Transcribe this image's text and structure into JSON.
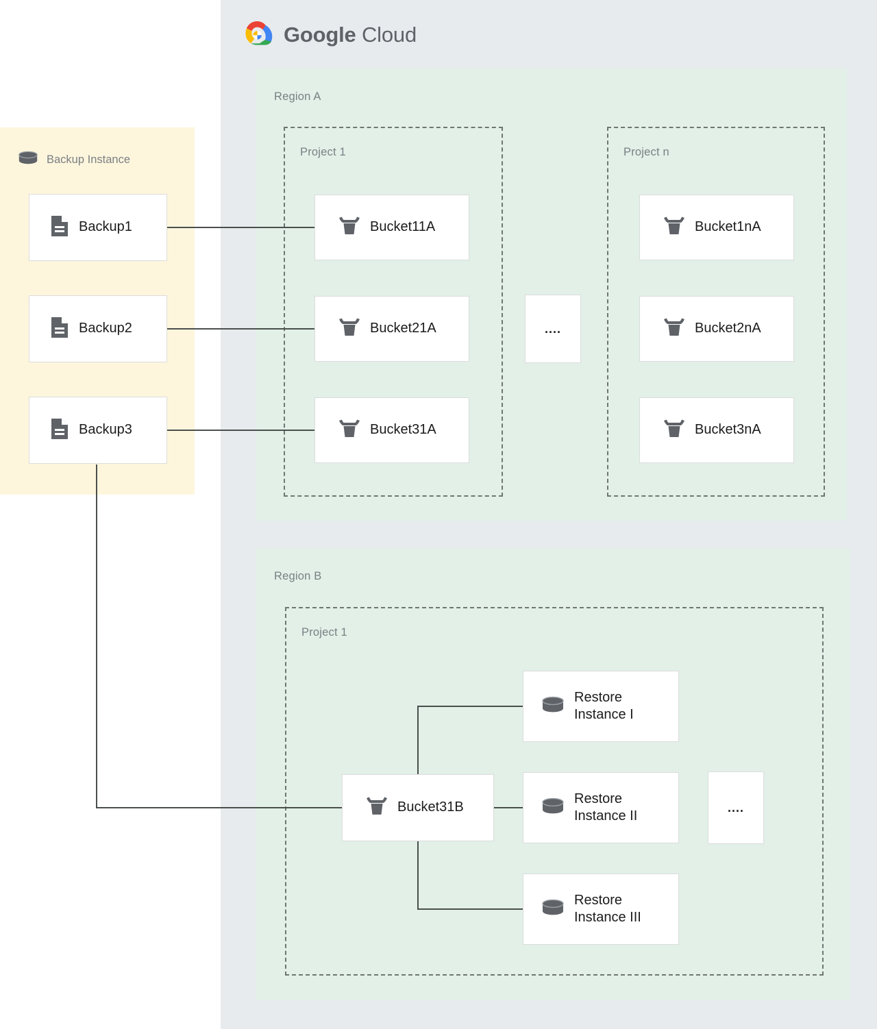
{
  "cloud": {
    "brand_word_1": "Google",
    "brand_word_2": "Cloud",
    "logo_icon": "google-cloud-logo-icon",
    "panel_color": "#e8ebee"
  },
  "backup_panel": {
    "title": "Backup Instance",
    "icon": "database-cylinder-icon",
    "panel_color": "#fdf6dd",
    "items": [
      {
        "label": "Backup1",
        "icon": "document-icon"
      },
      {
        "label": "Backup2",
        "icon": "document-icon"
      },
      {
        "label": "Backup3",
        "icon": "document-icon"
      }
    ]
  },
  "regions": [
    {
      "label": "Region A",
      "color": "#e2f0e8",
      "projects": [
        {
          "label": "Project 1",
          "nodes": [
            {
              "label": "Bucket11A",
              "icon": "storage-bucket-icon"
            },
            {
              "label": "Bucket21A",
              "icon": "storage-bucket-icon"
            },
            {
              "label": "Bucket31A",
              "icon": "storage-bucket-icon"
            }
          ]
        },
        {
          "label": "Project n",
          "nodes": [
            {
              "label": "Bucket1nA",
              "icon": "storage-bucket-icon"
            },
            {
              "label": "Bucket2nA",
              "icon": "storage-bucket-icon"
            },
            {
              "label": "Bucket3nA",
              "icon": "storage-bucket-icon"
            }
          ]
        }
      ],
      "ellipsis": "...."
    },
    {
      "label": "Region B",
      "color": "#e2f0e8",
      "projects": [
        {
          "label": "Project 1",
          "nodes": [
            {
              "label": "Bucket31B",
              "icon": "storage-bucket-icon"
            },
            {
              "label": "Restore\nInstance I",
              "icon": "database-cylinder-icon"
            },
            {
              "label": "Restore\nInstance II",
              "icon": "database-cylinder-icon"
            },
            {
              "label": "Restore\nInstance III",
              "icon": "database-cylinder-icon"
            }
          ]
        }
      ],
      "ellipsis": "...."
    }
  ],
  "connections": [
    {
      "from": "Backup1",
      "to": "Bucket11A"
    },
    {
      "from": "Backup2",
      "to": "Bucket21A"
    },
    {
      "from": "Backup3",
      "to": "Bucket31B"
    },
    {
      "from": "Bucket31B",
      "to": "Restore Instance I"
    },
    {
      "from": "Bucket31B",
      "to": "Restore Instance II"
    },
    {
      "from": "Bucket31B",
      "to": "Restore Instance III"
    }
  ]
}
